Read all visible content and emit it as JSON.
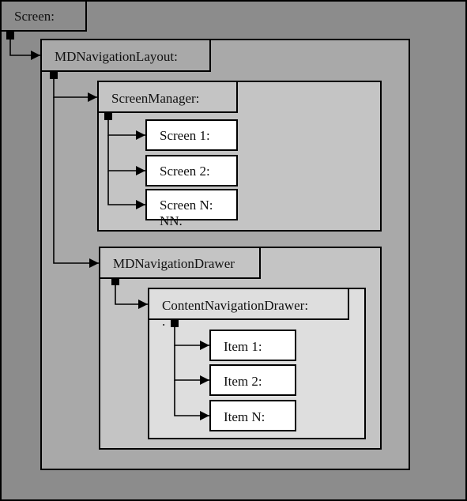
{
  "colors": {
    "outer_bg": "#8c8c8c",
    "level1_bg": "#a9a9a9",
    "level2_bg": "#c4c4c4",
    "level3_bg": "#dedede",
    "leaf_bg": "#ffffff",
    "line": "#000000"
  },
  "nodes": {
    "screen": "Screen:",
    "nav_layout": "MDNavigationLayout:",
    "screen_manager": "ScreenManager:",
    "screen_1": "Screen 1:",
    "screen_2": "Screen 2:",
    "screen_n": "Screen N:",
    "screen_n_overflow": "NN.",
    "nav_drawer": "MDNavigationDrawer",
    "content_drawer": "ContentNavigationDrawer:",
    "content_drawer_overflow": ".",
    "item_1": "Item 1:",
    "item_2": "Item 2:",
    "item_n": "Item N:"
  }
}
